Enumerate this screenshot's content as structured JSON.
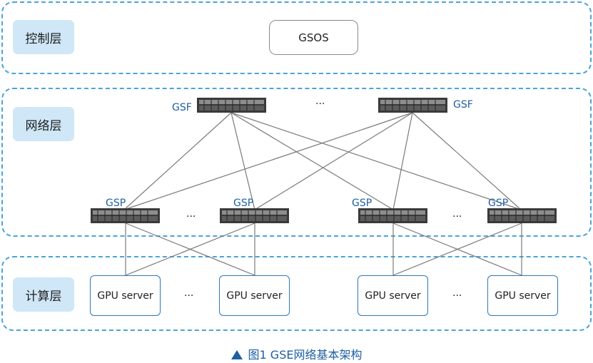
{
  "layers": {
    "control": "控制层",
    "network": "网络层",
    "compute": "计算层"
  },
  "gsos": "GSOS",
  "gsf_labels": [
    "GSF",
    "GSF"
  ],
  "gsp_labels": [
    "GSP",
    "GSP",
    "GSP",
    "GSP"
  ],
  "ellipsis": "...",
  "servers": [
    "GPU server",
    "GPU server",
    "GPU server",
    "GPU server"
  ],
  "caption": "图1  GSE网络基本架构"
}
